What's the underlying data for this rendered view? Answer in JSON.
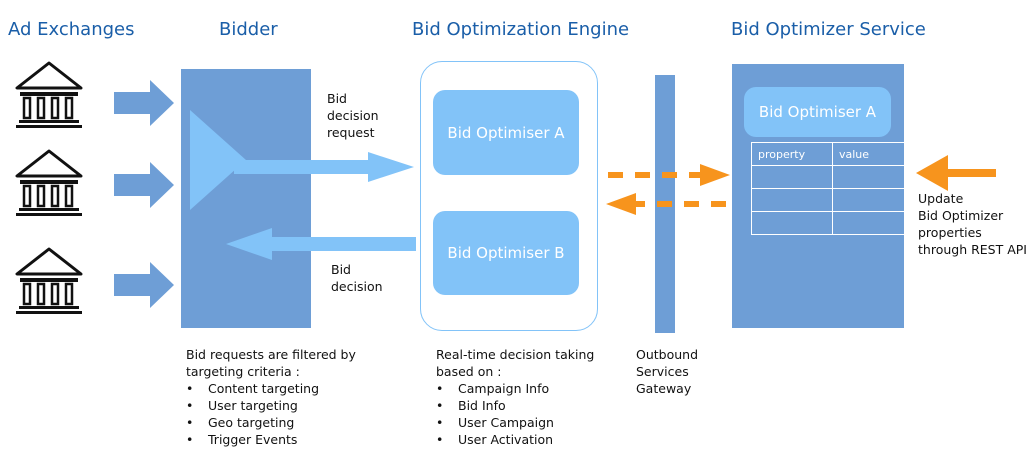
{
  "titles": {
    "ad_exchanges": "Ad Exchanges",
    "bidder": "Bidder",
    "engine": "Bid Optimization Engine",
    "service": "Bid Optimizer Service"
  },
  "engine": {
    "optimiser_a": "Bid Optimiser A",
    "optimiser_b": "Bid Optimiser B"
  },
  "flows": {
    "request_lines": [
      "Bid",
      "decision",
      "request"
    ],
    "decision_lines": [
      "Bid",
      "decision"
    ]
  },
  "service": {
    "optimiser_a": "Bid Optimiser A",
    "table_headers": [
      "property",
      "value"
    ],
    "table_rows": [
      [
        "",
        ""
      ],
      [
        "",
        ""
      ],
      [
        "",
        ""
      ]
    ]
  },
  "update_text": [
    "Update",
    "Bid Optimizer",
    "properties",
    "through REST API"
  ],
  "gateway_lines": [
    "Outbound",
    "Services",
    "Gateway"
  ],
  "bidder_notes": {
    "intro_lines": [
      "Bid requests are filtered by",
      "targeting criteria :"
    ],
    "items": [
      "Content targeting",
      "User targeting",
      "Geo targeting",
      "Trigger Events"
    ]
  },
  "engine_notes": {
    "intro_lines": [
      "Real-time decision taking",
      "based on :"
    ],
    "items": [
      "Campaign Info",
      "Bid Info",
      "User Campaign",
      "User Activation"
    ]
  },
  "icons": [
    "bank-icon",
    "arrow-right-icon",
    "arrow-left-icon",
    "funnel-icon"
  ],
  "colors": {
    "title_blue": "#1a5ea8",
    "block_blue": "#6e9ed6",
    "arrow_blue": "#82c3f8",
    "orange": "#f7941d"
  }
}
